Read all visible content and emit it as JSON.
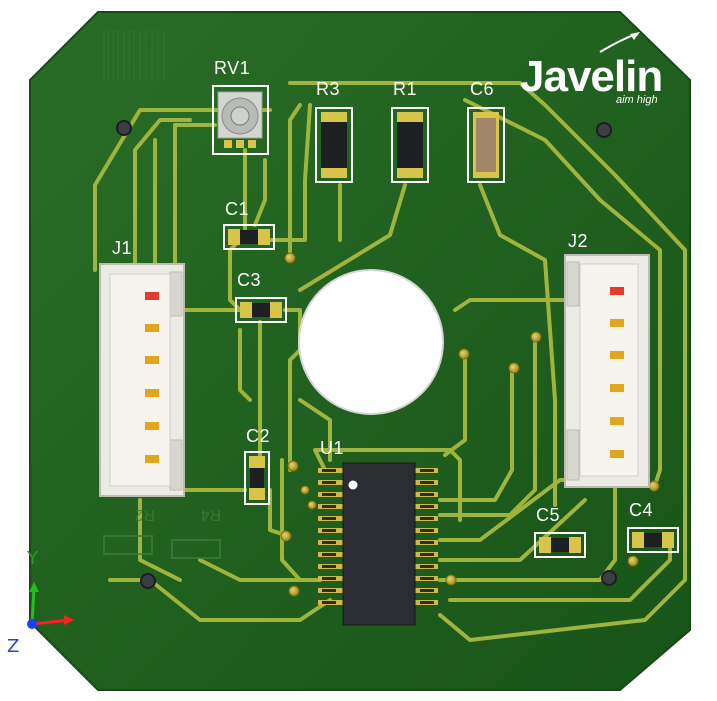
{
  "brand": {
    "name": "Javelin",
    "tagline": "aim high"
  },
  "refdes": {
    "rv1": "RV1",
    "r3": "R3",
    "r1": "R1",
    "c6": "C6",
    "c1": "C1",
    "c3": "C3",
    "c2": "C2",
    "j1": "J1",
    "j2": "J2",
    "u1": "U1",
    "c5": "C5",
    "c4": "C4"
  },
  "axes": {
    "y": "Y",
    "z": "Z"
  },
  "colors": {
    "board": "#1f5f1c",
    "trace": "#a0b640",
    "pad": "#d9c44a",
    "silkscreen": "#ffffff",
    "ic_body": "#2a2d33",
    "connector": "#ecebe3",
    "axis_x": "#ff2020",
    "axis_y": "#20c020",
    "axis_z": "#2040ff"
  }
}
